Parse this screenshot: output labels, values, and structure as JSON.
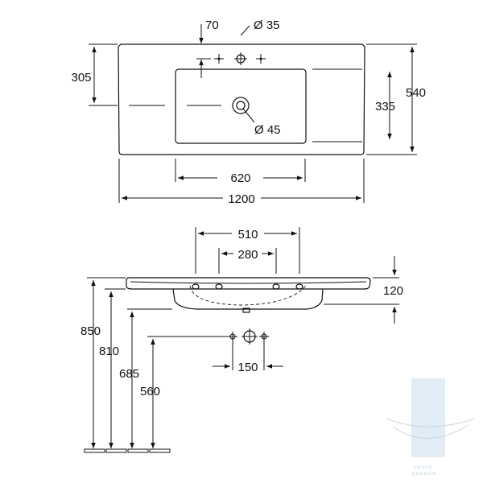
{
  "top_view": {
    "dim_70": "70",
    "dim_d35": "Ø 35",
    "dim_305": "305",
    "dim_540": "540",
    "dim_335": "335",
    "dim_d45": "Ø 45",
    "dim_620": "620",
    "dim_1200": "1200"
  },
  "side_view": {
    "dim_510": "510",
    "dim_280": "280",
    "dim_120": "120",
    "dim_850": "850",
    "dim_810": "810",
    "dim_685": "685",
    "dim_560": "560",
    "dim_150": "150"
  },
  "watermark": {
    "line1": "vennu",
    "line2": "pesaule"
  },
  "colors": {
    "line": "#111111",
    "watermark": "#bcd2e4"
  }
}
